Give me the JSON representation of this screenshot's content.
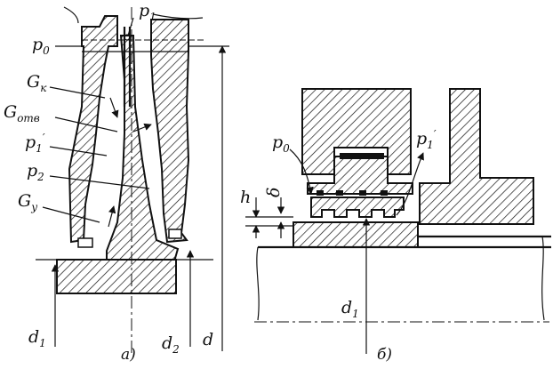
{
  "labels": {
    "p0_a": "p",
    "p0_a_sub": "0",
    "p1_a": "p",
    "p1_a_sub": "1",
    "gk": "G",
    "gk_sub": "к",
    "gotv": "G",
    "gotv_sub": "отв",
    "p1prime_a": "p",
    "p1prime_a_sub": "1",
    "p1prime_a_sup": "′",
    "p2": "p",
    "p2_sub": "2",
    "gy": "G",
    "gy_sub": "y",
    "d1_a": "d",
    "d1_a_sub": "1",
    "d2": "d",
    "d2_sub": "2",
    "d": "d",
    "p0_b": "p",
    "p0_b_sub": "0",
    "p1prime_b": "p",
    "p1prime_b_sub": "1",
    "p1prime_b_sup": "′",
    "h": "h",
    "delta": "δ",
    "d1_b": "d",
    "d1_b_sub": "1"
  },
  "captions": {
    "a": "а)",
    "b": "б)"
  }
}
